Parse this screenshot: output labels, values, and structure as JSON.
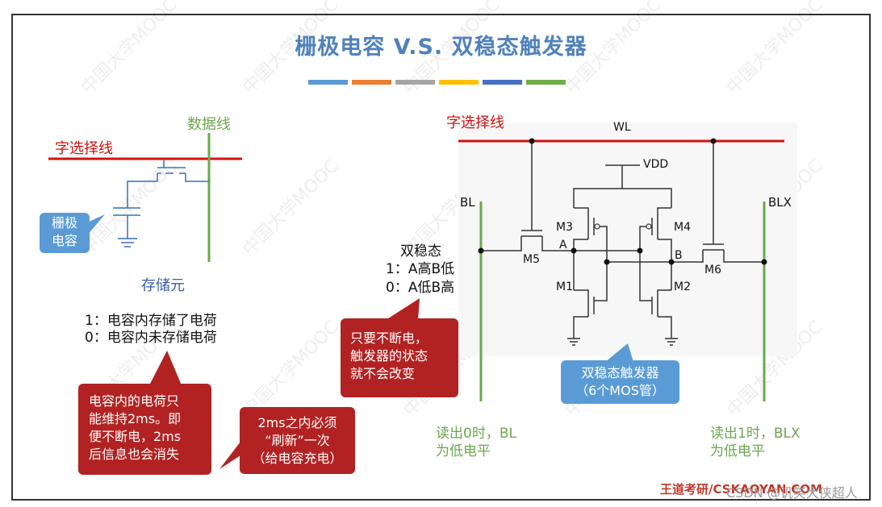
{
  "title": "栅极电容 V.S. 双稳态触发器",
  "title_bar_colors": [
    "#5b9bd5",
    "#ed7d31",
    "#a5a5a5",
    "#ffc000",
    "#4472c4",
    "#70ad47"
  ],
  "left": {
    "word_line_label": "字选择线",
    "data_line_label": "数据线",
    "gate_cap_label_1": "栅极",
    "gate_cap_label_2": "电容",
    "cell_label": "存储元",
    "state1": "1：电容内存储了电荷",
    "state0": "0：电容内未存储电荷",
    "callout1_lines": [
      "电容内的电荷只",
      "能维持2ms。即",
      "便不断电，2ms",
      "后信息也会消失"
    ],
    "callout2_lines": [
      "2ms之内必须",
      "“刷新”一次",
      "（给电容充电）"
    ]
  },
  "right": {
    "word_line_label": "字选择线",
    "wl": "WL",
    "vdd": "VDD",
    "bl": "BL",
    "blx": "BLX",
    "m1": "M1",
    "m2": "M2",
    "m3": "M3",
    "m4": "M4",
    "m5": "M5",
    "m6": "M6",
    "node_a": "A",
    "node_b": "B",
    "bistable_title": "双稳态",
    "bistable_1": "1：A高B低",
    "bistable_0": "0：A低B高",
    "callout_red_lines": [
      "只要不断电，",
      "触发器的状态",
      "就不会改变"
    ],
    "callout_blue_lines": [
      "双稳态触发器",
      "（6个MOS管）"
    ],
    "read0_1": "读出0时，BL",
    "read0_2": "为低电平",
    "read1_1": "读出1时，BLX",
    "read1_2": "为低电平"
  },
  "watermark": "中国大学MOOC",
  "footer": "王道考研/CSKAOYAN.COM",
  "csdn": "CSDN @讥笑大侠超人"
}
